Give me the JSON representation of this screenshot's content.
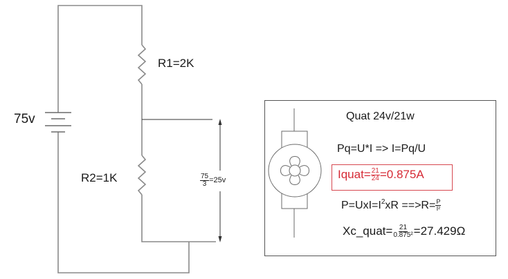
{
  "circuit": {
    "source": {
      "label": "75v"
    },
    "resistors": [
      {
        "id": "R1",
        "label": "R1=2K"
      },
      {
        "id": "R2",
        "label": "R2=1K"
      }
    ],
    "voltage_measure": {
      "numerator": "75",
      "denominator": "3",
      "result": "=25v"
    }
  },
  "info": {
    "title": "Quat 24v/21w",
    "formula1": "Pq=U*I => I=Pq/U",
    "current": {
      "prefix": "Iquat=",
      "numerator": "21",
      "denominator": "24",
      "result": "=0.875A"
    },
    "formula2": {
      "prefix": "P=UxI=I",
      "sup": "2",
      "middle": "xR ==>R=",
      "numerator": "P",
      "denominator": "I²"
    },
    "reactance": {
      "prefix": "Xc_quat=",
      "numerator": "21",
      "denominator": "0.875²",
      "result": "=27.429Ω"
    }
  },
  "colors": {
    "wire": "#8a8a8a",
    "highlight": "#d62a35"
  }
}
